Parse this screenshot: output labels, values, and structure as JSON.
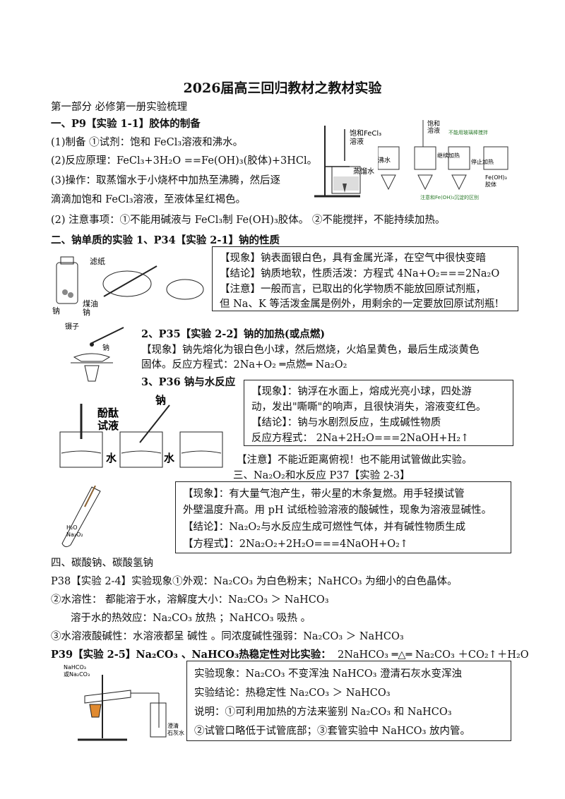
{
  "title": "2026届高三回归教材之教材实验",
  "part1": "第一部分 必修第一册实验梳理",
  "s1": {
    "heading": "一、P9【实验 1-1】胶体的制备",
    "prep": "(1)制备 ①试剂：饱和 FeCl₃溶液和沸水。",
    "principle": "(2)反应原理：FeCl₃+3H₂O ==Fe(OH)₃(胶体)+3HCl。",
    "op1": "(3)操作：取蒸馏水于小烧杯中加热至沸腾，然后逐",
    "op2": "滴滴加饱和 FeCl₃溶液，至液体呈红褐色。",
    "notes": "(2) 注意事项：①不能用碱液与 FeCl₃制 Fe(OH)₃胶体。 ②不能搅拌，不能持续加热。",
    "fig_a": [
      "饱和FeCl₃",
      "溶液",
      "蒸馏水"
    ],
    "fig_b": [
      "饱和",
      "溶液",
      "不能用玻璃棒搅拌",
      "沸水",
      "继续加热",
      "停止加热",
      "Fe(OH)₃",
      "胶体",
      "注意和Fe(OH)₃沉淀的区别"
    ]
  },
  "s2": {
    "heading": "二、钠单质的实验 1、P34【实验 2-1】钠的性质",
    "box1": [
      "【现象】钠表面银白色，具有金属光泽，在空气中很快变暗",
      "【结论】钠质地软，性质活泼：方程式 4Na+O₂===2Na₂O",
      "【注意】一般而言，已取出的化学物质不能放回原试剂瓶，",
      "但 Na、K 等活泼金属是例外，用剩余的一定要放回原试剂瓶!"
    ],
    "fig1": [
      "滤纸",
      "钠",
      "煤油",
      "钠"
    ],
    "sub2": "2、P35【实验 2-2】钠的加热(或点燃)",
    "sub2_l1": "【现象】钠先熔化为银白色小球，然后燃烧，火焰呈黄色，最后生成淡黄色",
    "sub2_l2": "固体。反应方程式：2Na+O₂ ═点燃═ Na₂O₂",
    "fig2": [
      "镊子",
      "钠"
    ],
    "sub3": "3、P36 钠与水反应",
    "box2": [
      "【现象】：钠浮在水面上，熔成光亮小球，四处游",
      "动，发出\"嘶嘶\"的响声，且很快消失，溶液变红色。",
      "【结论】：钠与水剧烈反应，生成碱性物质",
      "反应方程式： 2Na+2H₂O===2NaOH+H₂↑"
    ],
    "fig3": [
      "酚酞",
      "试液",
      "钠",
      "水",
      "水"
    ],
    "note3": "【注意】不能近距离俯视！也不能用试管做此实验。"
  },
  "s3": {
    "heading": "三、Na₂O₂和水反应 P37【实验 2-3】",
    "box": [
      "【现象】：有大量气泡产生，带火星的木条复燃。用手轻摸试管",
      "外壁温度升高。用 pH 试纸检验溶液的酸碱性，现象为溶液显碱性。",
      "【结论】：Na₂O₂与水反应生成可燃性气体，并有碱性物质生成",
      "【方程式】：2Na₂O₂+2H₂O===4NaOH+O₂↑"
    ],
    "fig": [
      "H₂O",
      "Na₂O₂"
    ]
  },
  "s4": {
    "heading": "四、碳酸钠、碳酸氢钠",
    "l1": "P38【实验 2-4】实验现象①外观：Na₂CO₃ 为白色粉末；NaHCO₃ 为细小的白色晶体。",
    "l2": "②水溶性： 都能溶于水，溶解度大小：Na₂CO₃  ＞  NaHCO₃",
    "l3": "溶于水的热效应：Na₂CO₃  放热 ；NaHCO₃   吸热  。",
    "l4": "③水溶液酸碱性：水溶液都呈 碱性 。同浓度碱性强弱：Na₂CO₃  ＞  NaHCO₃",
    "l5a": "P39【实验 2-5】Na₂CO₃ 、NaHCO₃热稳定性对比实验：",
    "l5b": "2NaHCO₃ ═△═ Na₂CO₃ ＋CO₂↑＋H₂O",
    "box": [
      "实验现象：Na₂CO₃ 不变浑浊    NaHCO₃ 澄清石灰水变浑浊",
      "实验结论：热稳定性 Na₂CO₃  ＞  NaHCO₃",
      "说明：①可利用加热的方法来鉴别 Na₂CO₃ 和 NaHCO₃",
      "②试管口略低于试管底部；③套管实验中 NaHCO₃ 放内管。"
    ],
    "fig": [
      "NaHCO₃",
      "或Na₂CO₃",
      "澄清",
      "石灰水"
    ]
  }
}
